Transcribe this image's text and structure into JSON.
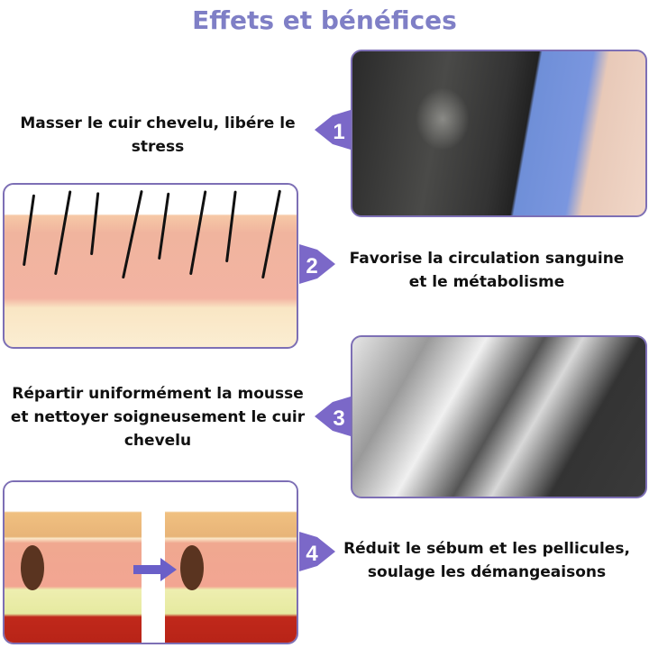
{
  "title": "Effets et bénéfices",
  "accent_color": "#7b68c8",
  "steps": [
    {
      "number": "1",
      "text_line1": "Masser le cuir chevelu, libére le",
      "text_line2": "stress"
    },
    {
      "number": "2",
      "text_line1": "Favorise la circulation sanguine",
      "text_line2": "et le métabolisme"
    },
    {
      "number": "3",
      "text_line1": "Répartir uniformément la mousse",
      "text_line2": "et nettoyer soigneusement le cuir",
      "text_line3": "chevelu"
    },
    {
      "number": "4",
      "text_line1": "Réduit le sébum et les pellicules,",
      "text_line2": "soulage les démangeaisons"
    }
  ]
}
